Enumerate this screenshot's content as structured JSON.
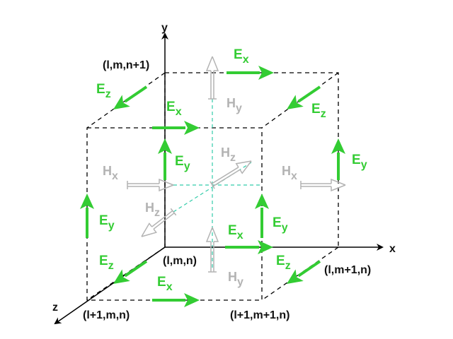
{
  "axes": {
    "x": "x",
    "y": "y",
    "z": "z"
  },
  "nodes": {
    "lmn1": "(l,m,n+1)",
    "lmn": "(l,m,n)",
    "lm1n": "(l,m+1,n)",
    "l1mn": "(l+1,m,n)",
    "l1m1n": "(l+1,m+1,n)"
  },
  "fields": {
    "E": "E",
    "H": "H",
    "x": "x",
    "y": "y",
    "z": "z"
  },
  "colors": {
    "e_field": "#33cc33",
    "h_field": "#b3b3b3",
    "center_lines": "#33ccaa",
    "edges": "#000000"
  }
}
